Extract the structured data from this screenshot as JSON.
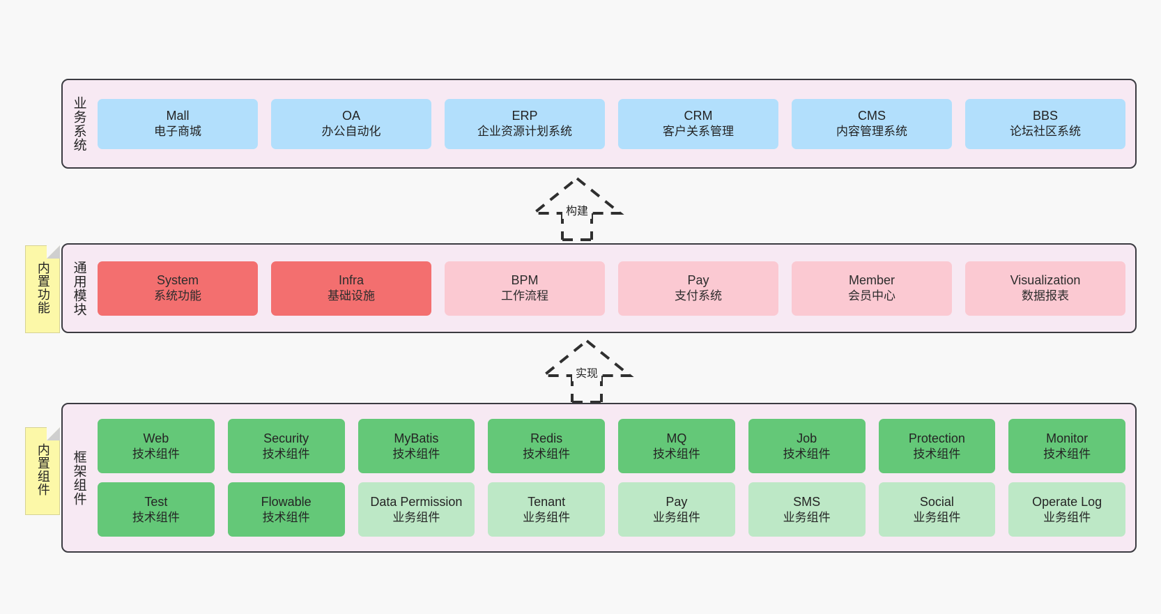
{
  "diagram": {
    "background_color": "#f8f8f8",
    "layer_fill": "#f7e9f3",
    "layer_border": "#3b3b41",
    "note_fill": "#fcf8a8"
  },
  "notes": [
    {
      "id": "note-common",
      "text": "内置功能"
    },
    {
      "id": "note-framework",
      "text": "内置组件"
    }
  ],
  "connectors": [
    {
      "id": "connector-build",
      "label": "构建",
      "style": "dashed-generalization-up"
    },
    {
      "id": "connector-impl",
      "label": "实现",
      "style": "dashed-generalization-up"
    }
  ],
  "layers": [
    {
      "id": "business",
      "title": "业务系统",
      "accent": "#b2dffc",
      "rows": [
        [
          {
            "en": "Mall",
            "cn": "电子商城",
            "color": "#b2dffc"
          },
          {
            "en": "OA",
            "cn": "办公自动化",
            "color": "#b2dffc"
          },
          {
            "en": "ERP",
            "cn": "企业资源计划系统",
            "color": "#b2dffc"
          },
          {
            "en": "CRM",
            "cn": "客户关系管理",
            "color": "#b2dffc"
          },
          {
            "en": "CMS",
            "cn": "内容管理系统",
            "color": "#b2dffc"
          },
          {
            "en": "BBS",
            "cn": "论坛社区系统",
            "color": "#b2dffc"
          }
        ]
      ]
    },
    {
      "id": "common",
      "title": "通用模块",
      "accent": "#f36f6f",
      "rows": [
        [
          {
            "en": "System",
            "cn": "系统功能",
            "color": "#f36f6f"
          },
          {
            "en": "Infra",
            "cn": "基础设施",
            "color": "#f36f6f"
          },
          {
            "en": "BPM",
            "cn": "工作流程",
            "color": "#fbc9d2"
          },
          {
            "en": "Pay",
            "cn": "支付系统",
            "color": "#fbc9d2"
          },
          {
            "en": "Member",
            "cn": "会员中心",
            "color": "#fbc9d2"
          },
          {
            "en": "Visualization",
            "cn": "数据报表",
            "color": "#fbc9d2"
          }
        ]
      ]
    },
    {
      "id": "framework",
      "title": "框架组件",
      "accent": "#64c878",
      "rows": [
        [
          {
            "en": "Web",
            "cn": "技术组件",
            "color": "#64c878"
          },
          {
            "en": "Security",
            "cn": "技术组件",
            "color": "#64c878"
          },
          {
            "en": "MyBatis",
            "cn": "技术组件",
            "color": "#64c878"
          },
          {
            "en": "Redis",
            "cn": "技术组件",
            "color": "#64c878"
          },
          {
            "en": "MQ",
            "cn": "技术组件",
            "color": "#64c878"
          },
          {
            "en": "Job",
            "cn": "技术组件",
            "color": "#64c878"
          },
          {
            "en": "Protection",
            "cn": "技术组件",
            "color": "#64c878"
          },
          {
            "en": "Monitor",
            "cn": "技术组件",
            "color": "#64c878"
          }
        ],
        [
          {
            "en": "Test",
            "cn": "技术组件",
            "color": "#64c878"
          },
          {
            "en": "Flowable",
            "cn": "技术组件",
            "color": "#64c878"
          },
          {
            "en": "Data Permission",
            "cn": "业务组件",
            "color": "#bde8c6"
          },
          {
            "en": "Tenant",
            "cn": "业务组件",
            "color": "#bde8c6"
          },
          {
            "en": "Pay",
            "cn": "业务组件",
            "color": "#bde8c6"
          },
          {
            "en": "SMS",
            "cn": "业务组件",
            "color": "#bde8c6"
          },
          {
            "en": "Social",
            "cn": "业务组件",
            "color": "#bde8c6"
          },
          {
            "en": "Operate Log",
            "cn": "业务组件",
            "color": "#bde8c6"
          }
        ]
      ]
    }
  ]
}
